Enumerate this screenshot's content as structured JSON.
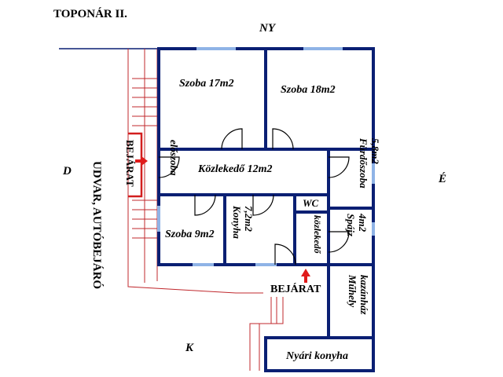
{
  "title": "TOPONÁR II.",
  "compass": {
    "north": "NY",
    "south": "K",
    "west": "D",
    "east": "É"
  },
  "rooms": {
    "szoba17": "Szoba 17m2",
    "szoba18": "Szoba 18m2",
    "kozlekedo": "Közlekedő 12m2",
    "furdoszoba": "Fürdőszoba 5,8m2",
    "eloszoba": "előszoba",
    "szoba9": "Szoba 9m2",
    "konyha": "Konyha 7,2m2",
    "wc": "WC",
    "kozlekedo_small": "közlekedő",
    "spajz": "Spájz 4m2",
    "muhely": "Műhely kazánház",
    "nyari_konyha": "Nyári konyha"
  },
  "entrances": {
    "main": "BEJÁRAT",
    "side": "BEJÁRAT"
  },
  "yard": "UDVAR, AUTÓBEJÁRÓ",
  "colors": {
    "wall": "#0a1f73",
    "window": "#8fb3e6",
    "path": "#c0282d",
    "entrance_arrow": "#e01b1b"
  }
}
